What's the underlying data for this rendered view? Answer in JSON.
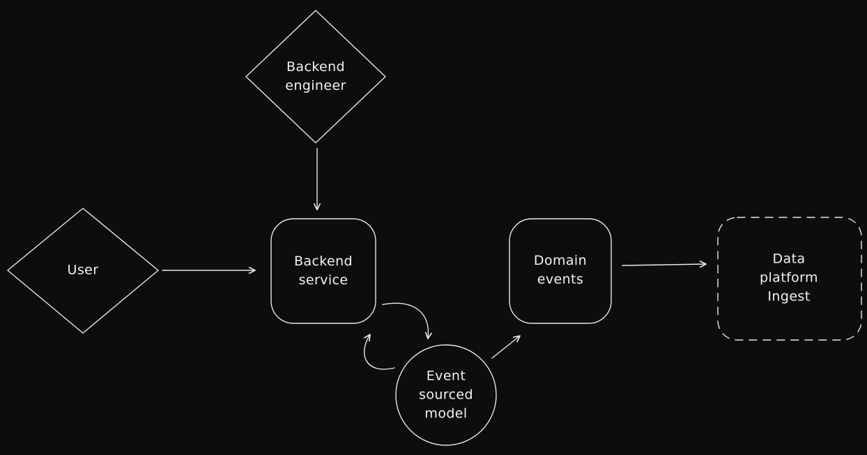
{
  "canvas": {
    "background_color": "#0d0d0d",
    "stroke_color": "#e8e8e8",
    "text_color": "#f2f2f2",
    "style": "hand-drawn-whiteboard"
  },
  "nodes": {
    "backend_engineer": {
      "label": "Backend\nengineer",
      "shape": "diamond"
    },
    "user": {
      "label": "User",
      "shape": "diamond"
    },
    "backend_service": {
      "label": "Backend\nservice",
      "shape": "rounded-rect"
    },
    "event_sourced_model": {
      "label": "Event\nsourced\nmodel",
      "shape": "circle"
    },
    "domain_events": {
      "label": "Domain\nevents",
      "shape": "rounded-rect"
    },
    "data_platform_ingest": {
      "label": "Data platform\nIngest",
      "shape": "dashed-rounded-rect"
    }
  },
  "edges": [
    {
      "from": "backend_engineer",
      "to": "backend_service",
      "style": "straight-arrow"
    },
    {
      "from": "user",
      "to": "backend_service",
      "style": "straight-arrow"
    },
    {
      "from": "backend_service",
      "to": "event_sourced_model",
      "style": "curved-arrow"
    },
    {
      "from": "event_sourced_model",
      "to": "backend_service",
      "style": "curved-arrow"
    },
    {
      "from": "event_sourced_model",
      "to": "domain_events",
      "style": "straight-arrow"
    },
    {
      "from": "domain_events",
      "to": "data_platform_ingest",
      "style": "straight-arrow"
    }
  ]
}
